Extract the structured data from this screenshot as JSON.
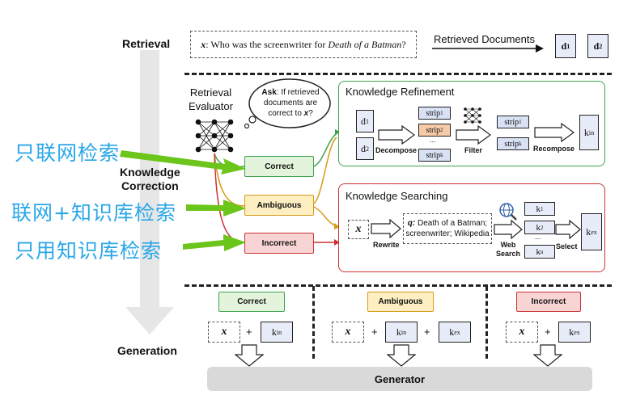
{
  "retrieval": {
    "label": "Retrieval",
    "query_prefix": "x",
    "query_text": ": Who was the screenwriter for ",
    "query_italic": "Death of a Batman",
    "query_end": "?",
    "retrieved_docs_label": "Retrieved Documents",
    "docs": [
      "d",
      "d"
    ],
    "doc_subs": [
      "1",
      "2"
    ]
  },
  "evaluator": {
    "label_line1": "Retrieval",
    "label_line2": "Evaluator",
    "bubble_bold": "Ask",
    "bubble_text": ": If retrieved documents are correct to ",
    "bubble_x": "x",
    "bubble_end": "?"
  },
  "correction": {
    "label_line1": "Knowledge",
    "label_line2": "Correction",
    "states": {
      "correct": "Correct",
      "ambiguous": "Ambiguous",
      "incorrect": "Incorrect"
    }
  },
  "annotations_cn": {
    "correct": "只联网检索",
    "ambiguous": "联网+知识库检索",
    "incorrect": "只用知识库检索"
  },
  "refinement": {
    "title": "Knowledge Refinement",
    "docs": [
      "d",
      "d"
    ],
    "doc_subs": [
      "1",
      "2"
    ],
    "strips": [
      "strip",
      "strip",
      "...",
      "strip"
    ],
    "strip_subs": [
      "1",
      "2",
      "",
      "k"
    ],
    "filtered": [
      "strip",
      "strip"
    ],
    "filtered_subs": [
      "1",
      "k"
    ],
    "steps": {
      "decompose": "Decompose",
      "filter": "Filter",
      "recompose": "Recompose"
    },
    "output": "k",
    "output_sub": "in"
  },
  "searching": {
    "title": "Knowledge Searching",
    "x": "x",
    "rewrite": "Rewrite",
    "q_label": "q:",
    "q_text_line1": " Death of a Batman;",
    "q_text_line2": "screenwriter; Wikipedia",
    "web_search_line1": "Web",
    "web_search_line2": "Search",
    "results": [
      "k",
      "k",
      "...",
      "k"
    ],
    "result_subs": [
      "1",
      "2",
      "",
      "n"
    ],
    "select": "Select",
    "output": "k",
    "output_sub": "ex"
  },
  "generation": {
    "label": "Generation",
    "cases": [
      {
        "state": "Correct",
        "x": "x",
        "items": [
          {
            "k": "k",
            "sub": "in"
          }
        ]
      },
      {
        "state": "Ambiguous",
        "x": "x",
        "items": [
          {
            "k": "k",
            "sub": "in"
          },
          {
            "k": "k",
            "sub": "ex"
          }
        ]
      },
      {
        "state": "Incorrect",
        "x": "x",
        "items": [
          {
            "k": "k",
            "sub": "ex"
          }
        ]
      }
    ],
    "plus": "+",
    "generator": "Generator"
  },
  "colors": {
    "green": "#3fa34d",
    "amber": "#d79a18",
    "red": "#c33333",
    "annotation": "#2aa7e8",
    "arrow_overlay": "#6cc51a",
    "doc_fill": "#e8ecf8"
  }
}
